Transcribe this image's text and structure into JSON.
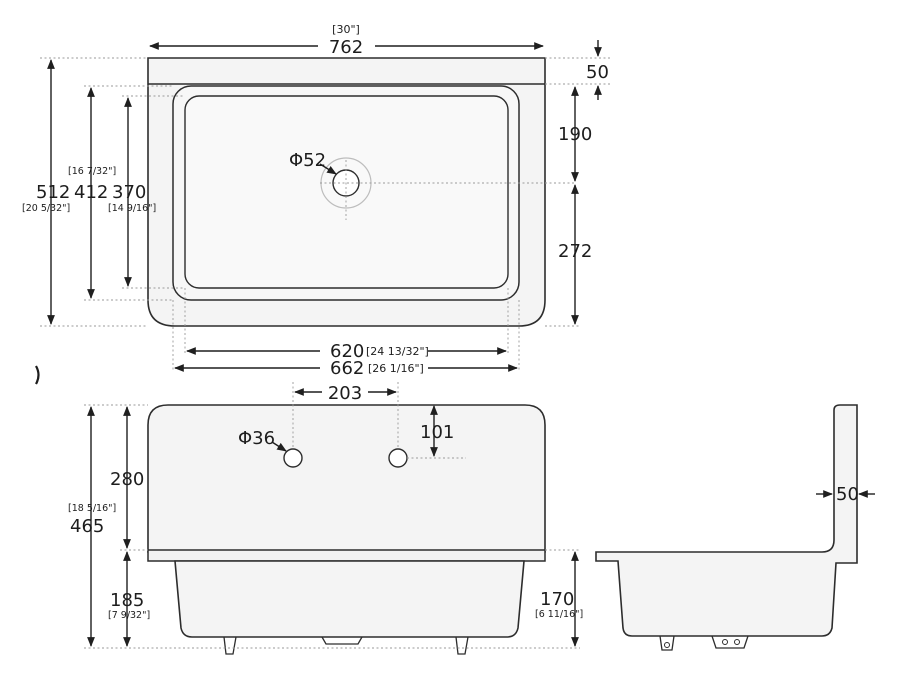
{
  "top_view": {
    "overall_width_mm": "762",
    "overall_width_in": "[30\"]",
    "back_depth_mm": "50",
    "drain_dim_top_mm": "190",
    "drain_dim_bottom_mm": "272",
    "drain_diameter": "Φ52",
    "depth_512_mm": "512",
    "depth_512_in": "[20 5/32\"]",
    "depth_412_mm": "412",
    "depth_412_in": "[16 7/32\"]",
    "depth_370_mm": "370",
    "depth_370_in": "[14 9/16\"]",
    "bowl_620_mm": "620",
    "bowl_620_in": "[24 13/32\"]",
    "bowl_662_mm": "662",
    "bowl_662_in": "[26 1/16\"]"
  },
  "front_view": {
    "hole_spacing_mm": "203",
    "hole_height_mm": "101",
    "hole_diameter": "Φ36",
    "splash_height_mm": "280",
    "total_height_mm": "465",
    "total_height_in": "[18 5/16\"]",
    "bowl_depth_185_mm": "185",
    "bowl_depth_185_in": "[7 9/32\"]",
    "bowl_depth_170_mm": "170",
    "bowl_depth_170_in": "[6 11/16\"]"
  },
  "side_view": {
    "thickness_mm": "50"
  }
}
